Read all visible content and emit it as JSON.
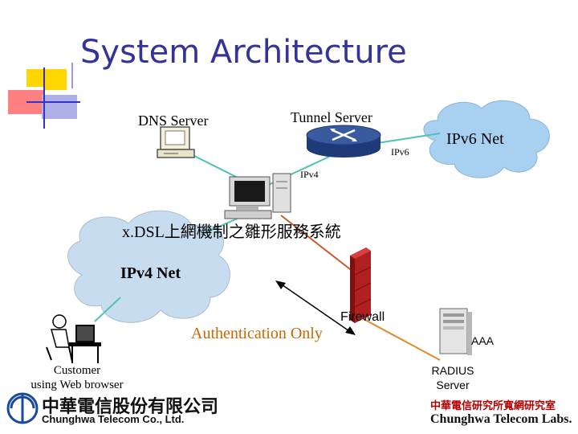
{
  "title": "System Architecture",
  "labels": {
    "dns_server": "DNS Server",
    "tunnel_server": "Tunnel Server",
    "ipv6_net": "IPv6 Net",
    "ipv6_link": "IPv6",
    "ipv4_link": "IPv4",
    "xdsl": "x.DSL上網機制之雛形服務系統",
    "ipv4_net": "IPv4 Net",
    "firewall": "Firewall",
    "auth_only": "Authentication Only",
    "aaa": "AAA",
    "customer_line1": "Customer",
    "customer_line2": "using Web browser",
    "radius_line1": "RADIUS",
    "radius_line2": "Server"
  },
  "logos": {
    "chunghwa_company_zh": "中華電信股份有限公司",
    "chunghwa_company_en": "Chunghwa Telecom Co., Ltd.",
    "labs_zh": "中華電信研究所寬網研究室",
    "labs_en": "Chunghwa Telecom Labs."
  },
  "colors": {
    "title": "#333399",
    "cloud": "#c8dcf0",
    "ipv6_cloud": "#a8d0f0",
    "router": "#2a4a8a",
    "link_teal": "#4ec2b4",
    "link_red": "#c85a2a",
    "link_orange": "#e08a2a",
    "firewall": "#c0282a",
    "auth_text": "#cc6600",
    "deco_yellow": "#ffd700",
    "deco_pink": "#ff8080",
    "deco_blue": "#3333cc"
  }
}
